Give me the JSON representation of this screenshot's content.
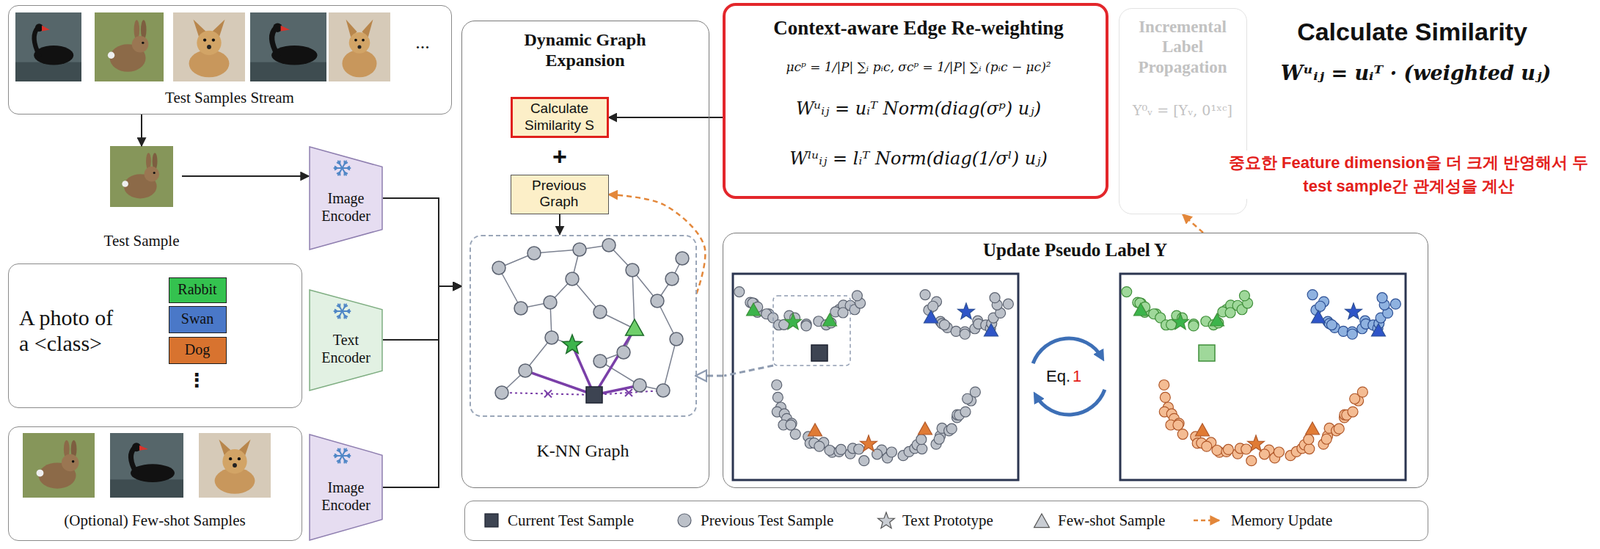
{
  "diagram": {
    "nodes": [
      {
        "text": [
          "Test Samples Stream",
          "..."
        ]
      },
      {
        "text": [
          "Test Sample"
        ]
      },
      {
        "text": [
          "A photo of a <class>",
          "⋮"
        ]
      },
      {
        "text": [
          "Rabbit"
        ],
        "in": 2
      },
      {
        "text": [
          "Swan"
        ],
        "in": 2
      },
      {
        "text": [
          "Dog"
        ],
        "in": 2
      },
      {
        "text": [
          "(Optional) Few-shot Samples"
        ]
      },
      {
        "text": [
          "Image Encoder"
        ]
      },
      {
        "text": [
          "Text Encoder"
        ]
      },
      {
        "text": [
          "Image Encoder"
        ]
      },
      {
        "text": [
          "Dynamic Graph Expansion",
          "+"
        ]
      },
      {
        "text": [
          "Calculate Similarity S"
        ],
        "in": 10
      },
      {
        "text": [
          "Previous Graph"
        ],
        "in": 10
      },
      {
        "text": [
          "K-NN Graph"
        ],
        "in": 10
      },
      {
        "text": [
          "Context-aware Edge Re-weighting",
          "μcᵖ = 1/|P| ∑ᵢ pᵢc, σcᵖ = 1/|P| ∑ᵢ (pᵢc − μc)²",
          "Wᵘᵢⱼ = uᵢᵀ Norm(diag(σᵖ) uⱼ)",
          "Wˡᵘᵢⱼ = lᵢᵀ Norm(diag(1/σˡ) uⱼ)"
        ]
      },
      {
        "text": [
          "Incremental Label Propagation",
          "Y⁰ᵥ = [Yᵥ, 0¹ˣᶜ]"
        ]
      },
      {
        "text": [
          "Update Pseudo Label Y"
        ]
      }
    ],
    "edges": [
      {
        "from": 0,
        "to": 1,
        "arrow": "to"
      },
      {
        "from": 1,
        "to": 7,
        "arrow": "to"
      },
      {
        "from": 7,
        "to": 10,
        "arrow": "to"
      },
      {
        "from": 8,
        "to": 10,
        "arrow": "to"
      },
      {
        "from": 9,
        "to": 10,
        "arrow": "to"
      },
      {
        "from": 14,
        "to": 11,
        "arrow": "to"
      },
      {
        "from": 12,
        "to": 13,
        "arrow": "to"
      },
      {
        "from": 13,
        "to": 12,
        "arrow": "to"
      },
      {
        "from": 16,
        "to": 13,
        "arrow": "to"
      },
      {
        "from": 16,
        "to": 15,
        "arrow": "to"
      }
    ],
    "labels": [
      "Calculate Similarity",
      "Wᵘᵢⱼ = uᵢᵀ · (weighted uⱼ)",
      "중요한 Feature dimension을 더 크게 반영해서 두 test sample간 관계성을 계산",
      "Eq.",
      "1"
    ],
    "legend": [
      {
        "text": "Current Test Sample"
      },
      {
        "text": "Previous Test Sample"
      },
      {
        "text": "Text Prototype"
      },
      {
        "text": "Few-shot Sample"
      },
      {
        "text": "Memory Update"
      }
    ]
  }
}
